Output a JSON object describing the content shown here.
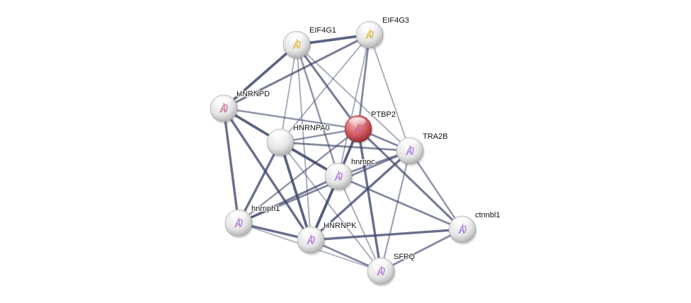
{
  "network": {
    "query_protein": "PTBP2",
    "colors": {
      "query": "#c0474c",
      "node": "#e8e8e8",
      "edge": "#3c4569",
      "structure": "#a06cd5"
    },
    "nodes": [
      {
        "id": "EIF4G1",
        "label": "EIF4G1",
        "struct": "yellow"
      },
      {
        "id": "EIF4G3",
        "label": "EIF4G3",
        "struct": "yellow"
      },
      {
        "id": "HNRNPD",
        "label": "HNRNPD",
        "struct": "pink"
      },
      {
        "id": "PTBP2",
        "label": "PTBP2",
        "struct": "pink",
        "query": true
      },
      {
        "id": "HNRNPA0",
        "label": "HNRNPA0",
        "struct": "none"
      },
      {
        "id": "TRA2B",
        "label": "TRA2B",
        "struct": "purple"
      },
      {
        "id": "hnrnpc",
        "label": "hnrnpc",
        "struct": "purple"
      },
      {
        "id": "hnrnph1",
        "label": "hnrnph1",
        "struct": "purple"
      },
      {
        "id": "HNRNPK",
        "label": "HNRNPK",
        "struct": "purple"
      },
      {
        "id": "ctnnbl1",
        "label": "ctnnbl1",
        "struct": "purple"
      },
      {
        "id": "SFPQ",
        "label": "SFPQ",
        "struct": "purple"
      }
    ],
    "edges": [
      [
        "EIF4G1",
        "EIF4G3",
        0.9
      ],
      [
        "EIF4G1",
        "HNRNPD",
        0.9
      ],
      [
        "EIF4G3",
        "HNRNPD",
        0.7
      ],
      [
        "EIF4G1",
        "HNRNPA0",
        0.3
      ],
      [
        "EIF4G1",
        "hnrnpc",
        0.5
      ],
      [
        "EIF4G1",
        "HNRNPK",
        0.3
      ],
      [
        "EIF4G1",
        "PTBP2",
        0.7
      ],
      [
        "EIF4G1",
        "TRA2B",
        0.3
      ],
      [
        "EIF4G3",
        "HNRNPA0",
        0.3
      ],
      [
        "EIF4G3",
        "PTBP2",
        0.6
      ],
      [
        "EIF4G3",
        "TRA2B",
        0.3
      ],
      [
        "EIF4G3",
        "hnrnpc",
        0.3
      ],
      [
        "HNRNPD",
        "PTBP2",
        0.5
      ],
      [
        "HNRNPD",
        "HNRNPA0",
        0.9
      ],
      [
        "HNRNPD",
        "hnrnph1",
        0.8
      ],
      [
        "HNRNPD",
        "HNRNPK",
        0.8
      ],
      [
        "HNRNPA0",
        "PTBP2",
        0.5
      ],
      [
        "HNRNPA0",
        "TRA2B",
        0.6
      ],
      [
        "HNRNPA0",
        "hnrnpc",
        0.95
      ],
      [
        "HNRNPA0",
        "hnrnph1",
        0.8
      ],
      [
        "HNRNPA0",
        "HNRNPK",
        0.9
      ],
      [
        "HNRNPA0",
        "SFPQ",
        0.3
      ],
      [
        "PTBP2",
        "TRA2B",
        0.6
      ],
      [
        "PTBP2",
        "hnrnpc",
        0.9
      ],
      [
        "PTBP2",
        "hnrnph1",
        0.5
      ],
      [
        "PTBP2",
        "SFPQ",
        0.8
      ],
      [
        "PTBP2",
        "ctnnbl1",
        0.7
      ],
      [
        "TRA2B",
        "hnrnpc",
        0.6
      ],
      [
        "TRA2B",
        "hnrnph1",
        0.6
      ],
      [
        "TRA2B",
        "HNRNPK",
        0.8
      ],
      [
        "TRA2B",
        "SFPQ",
        0.4
      ],
      [
        "TRA2B",
        "ctnnbl1",
        0.5
      ],
      [
        "hnrnpc",
        "hnrnph1",
        0.7
      ],
      [
        "hnrnpc",
        "HNRNPK",
        0.95
      ],
      [
        "hnrnpc",
        "ctnnbl1",
        0.6
      ],
      [
        "hnrnpc",
        "SFPQ",
        0.3
      ],
      [
        "hnrnph1",
        "HNRNPK",
        0.8
      ],
      [
        "hnrnph1",
        "SFPQ",
        0.25
      ],
      [
        "HNRNPK",
        "ctnnbl1",
        0.8
      ],
      [
        "HNRNPK",
        "SFPQ",
        0.6
      ],
      [
        "ctnnbl1",
        "SFPQ",
        0.6
      ]
    ]
  }
}
